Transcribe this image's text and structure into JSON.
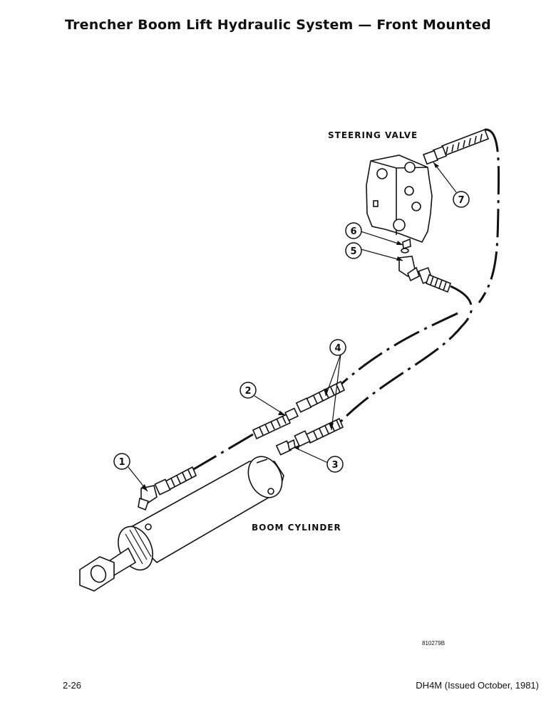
{
  "title": "Trencher Boom Lift Hydraulic System — Front Mounted",
  "labels": {
    "steering_valve": "STEERING VALVE",
    "boom_cylinder": "BOOM CYLINDER"
  },
  "callouts": [
    "1",
    "2",
    "3",
    "4",
    "5",
    "6",
    "7"
  ],
  "drawing_number": "810279B",
  "footer": {
    "page_number": "2-26",
    "document": "DH4M (Issued October, 1981)"
  }
}
